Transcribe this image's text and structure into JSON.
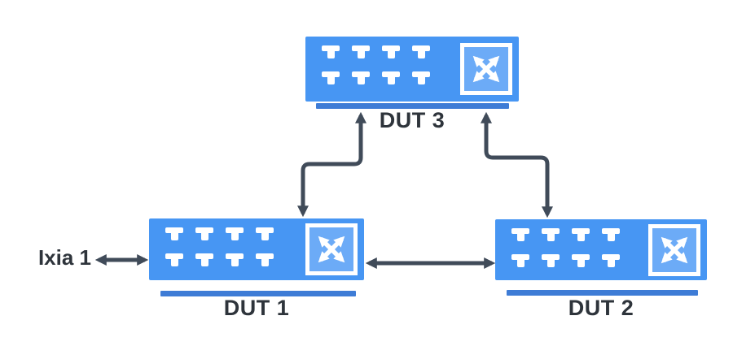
{
  "diagram": {
    "type": "network-topology",
    "background": "#ffffff"
  },
  "colors": {
    "switch_fill": "#4796f3",
    "crossbar_inner_fill": "#6cabf7",
    "port_fill": "#ffffff",
    "underline_fill": "#3e7cd6",
    "connector_color": "#404b59",
    "label_color": "#2e343b"
  },
  "devices": [
    {
      "id": "dut1",
      "label": "DUT 1",
      "type": "switch",
      "icon": "switch-crossbar-icon",
      "ports_shown": 8
    },
    {
      "id": "dut2",
      "label": "DUT 2",
      "type": "switch",
      "icon": "switch-crossbar-icon",
      "ports_shown": 8
    },
    {
      "id": "dut3",
      "label": "DUT 3",
      "type": "switch",
      "icon": "switch-crossbar-icon",
      "ports_shown": 8
    }
  ],
  "endpoints": [
    {
      "id": "ixia1",
      "label": "Ixia 1",
      "type": "traffic-generator"
    }
  ],
  "links": [
    {
      "from": "ixia1",
      "to": "dut1",
      "bidirectional": true,
      "shape": "straight-horizontal"
    },
    {
      "from": "dut1",
      "to": "dut2",
      "bidirectional": true,
      "shape": "straight-horizontal"
    },
    {
      "from": "dut1",
      "to": "dut3",
      "bidirectional": true,
      "shape": "elbow"
    },
    {
      "from": "dut2",
      "to": "dut3",
      "bidirectional": true,
      "shape": "elbow"
    }
  ]
}
